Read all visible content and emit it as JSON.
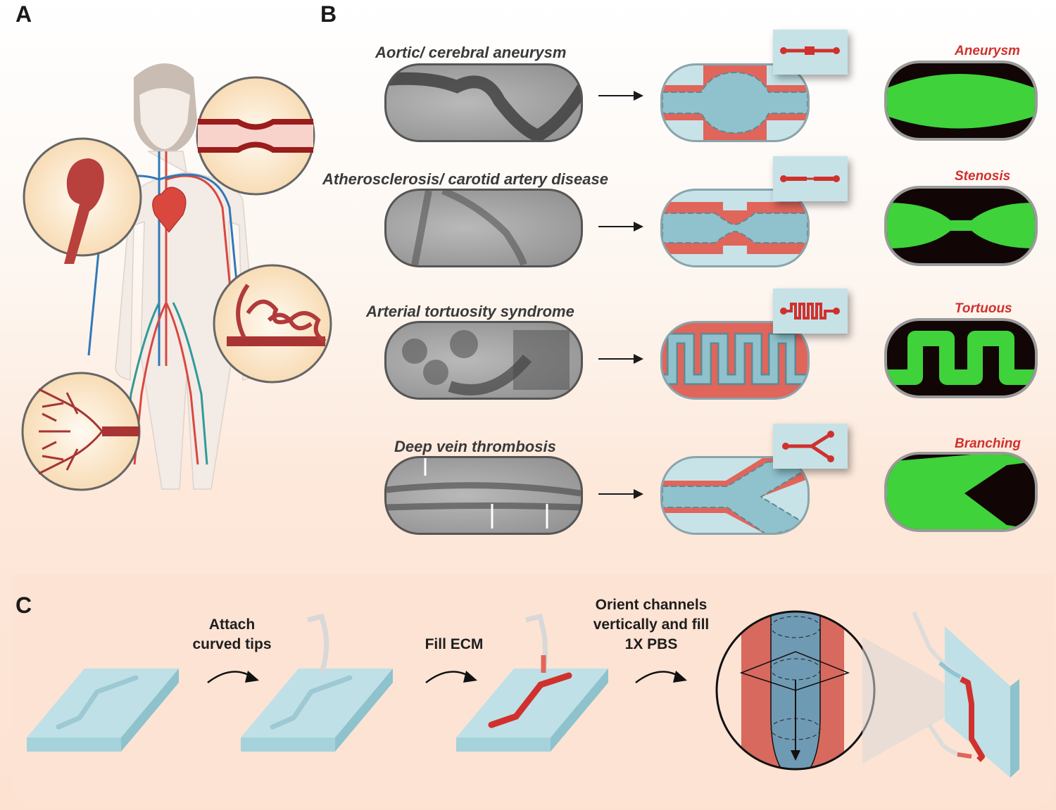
{
  "panels": {
    "a": {
      "letter": "A",
      "insets": [
        "aortic-aneurysm",
        "stenosed-vessel",
        "tortuous-vessels",
        "branching-vessels"
      ]
    },
    "b": {
      "letter": "B",
      "rows": [
        {
          "disease": "Aortic/ cerebral aneurysm",
          "model": "Aneurysm"
        },
        {
          "disease": "Atherosclerosis/ carotid artery disease",
          "model": "Stenosis"
        },
        {
          "disease": "Arterial tortuosity syndrome",
          "model": "Tortuous"
        },
        {
          "disease": "Deep vein thrombosis",
          "model": "Branching"
        }
      ]
    },
    "c": {
      "letter": "C",
      "steps": [
        {
          "label_lines": [
            "Attach",
            "curved tips"
          ]
        },
        {
          "label_lines": [
            "Fill ECM"
          ]
        },
        {
          "label_lines": [
            "Orient channels",
            "vertically and fill",
            "1X PBS"
          ]
        }
      ]
    }
  },
  "colors": {
    "vessel_red": "#d0312d",
    "channel_blue": "#c6e2e7",
    "ecm_red": "#e0655b",
    "cell_green": "#3fd23a",
    "background_peach": "#fde3d3"
  }
}
